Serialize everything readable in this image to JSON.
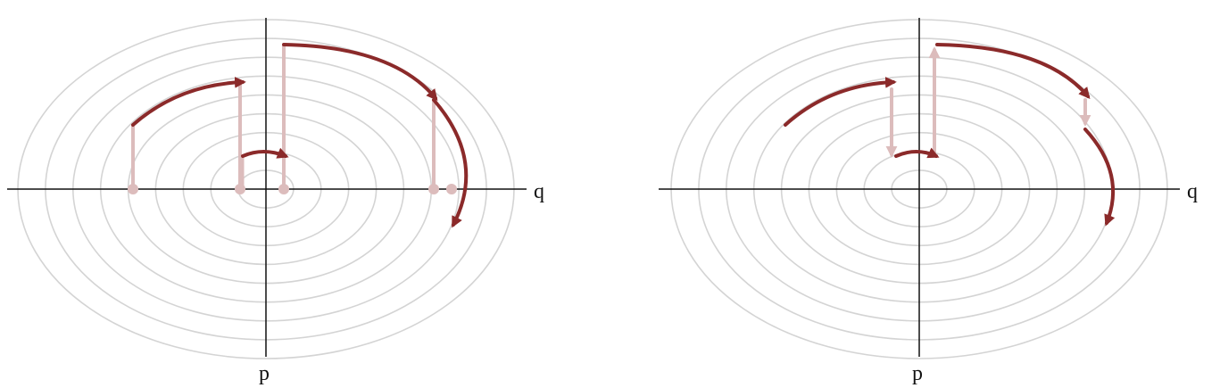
{
  "colors": {
    "ring": "#d4d4d4",
    "axis": "#111111",
    "trajectory": "#8b2a2a",
    "resample": "#dcbcbc",
    "background": "#ffffff"
  },
  "panels": [
    {
      "id": "left",
      "axis_labels": {
        "horizontal": "q",
        "vertical": "p"
      },
      "ring_count": 9,
      "jump_style": "point-and-line"
    },
    {
      "id": "right",
      "axis_labels": {
        "horizontal": "q",
        "vertical": "p"
      },
      "ring_count": 9,
      "jump_style": "arrow"
    }
  ]
}
